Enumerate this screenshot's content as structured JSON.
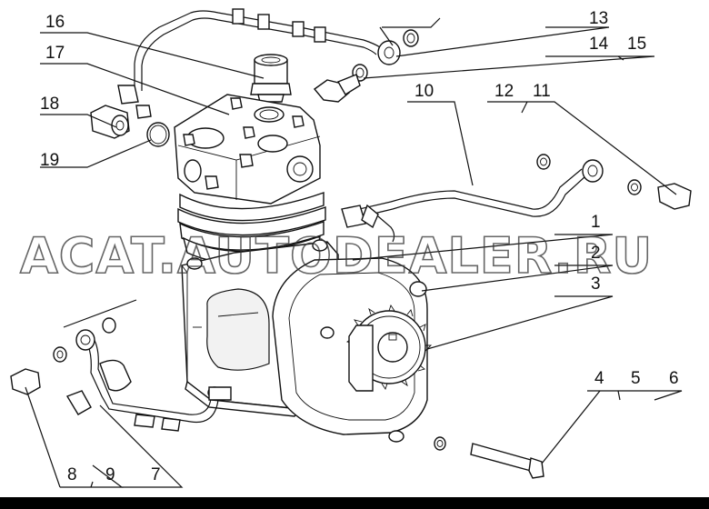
{
  "watermark": "ACAT.AUTODEALER.RU",
  "callouts": {
    "c1": "1",
    "c2": "2",
    "c3": "3",
    "c4": "4",
    "c5": "5",
    "c6": "6",
    "c7": "7",
    "c8": "8",
    "c9": "9",
    "c10": "10",
    "c11": "11",
    "c12": "12",
    "c13": "13",
    "c14": "14",
    "c15": "15",
    "c16": "16",
    "c17": "17",
    "c18": "18",
    "c19": "19"
  }
}
